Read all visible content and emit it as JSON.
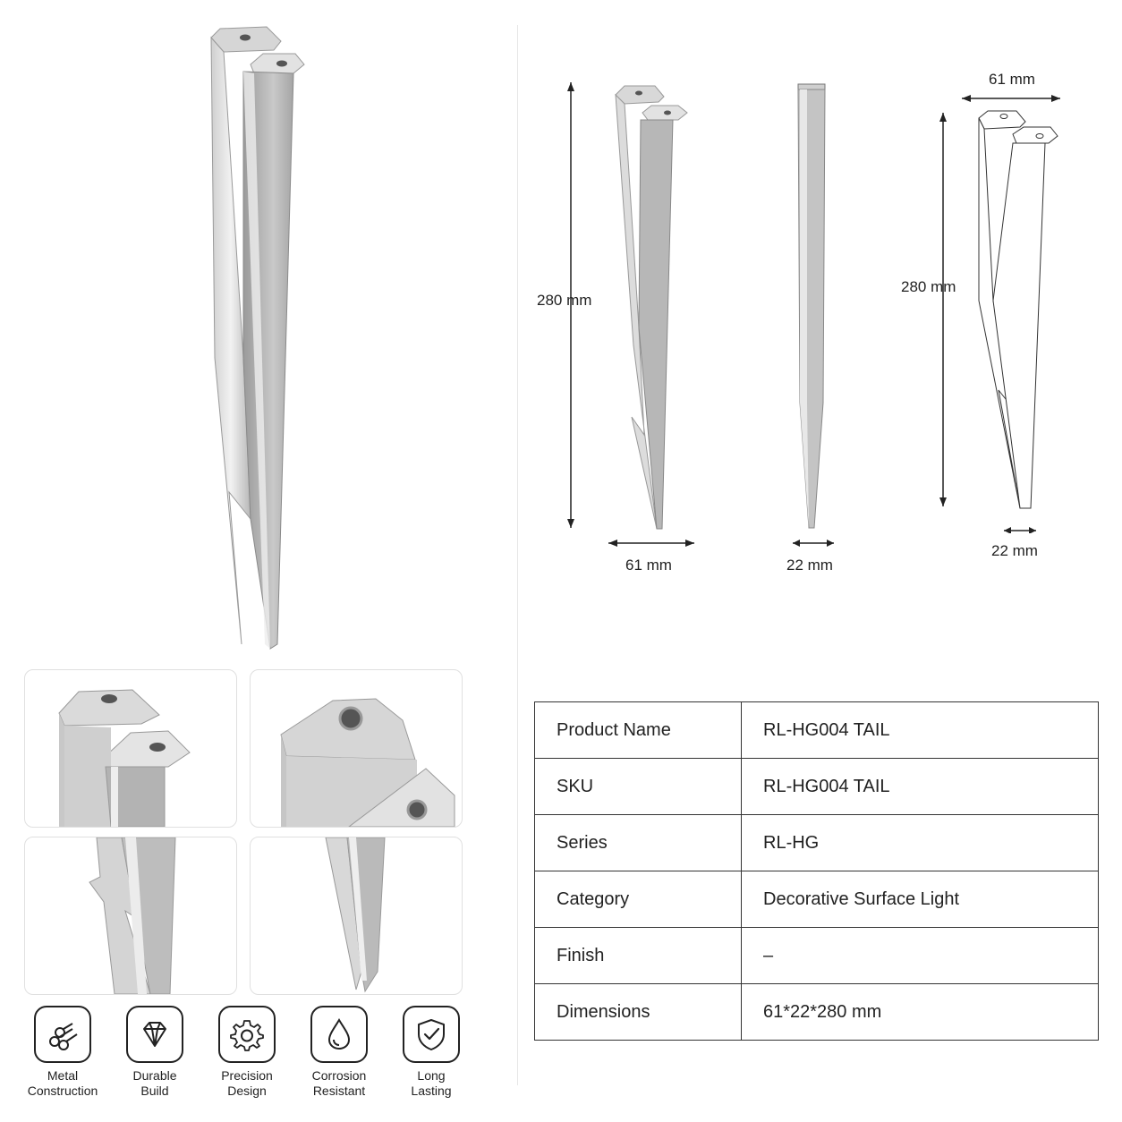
{
  "dimensions": {
    "front_height": "280 mm",
    "front_width": "61 mm",
    "side_width": "22 mm",
    "back_top_width": "61 mm",
    "back_height": "280 mm",
    "back_bottom_width": "22 mm"
  },
  "features": [
    {
      "icon": "metal-bars-icon",
      "line1": "Metal",
      "line2": "Construction"
    },
    {
      "icon": "diamond-icon",
      "line1": "Durable",
      "line2": "Build"
    },
    {
      "icon": "gear-icon",
      "line1": "Precision",
      "line2": "Design"
    },
    {
      "icon": "water-drop-icon",
      "line1": "Corrosion",
      "line2": "Resistant"
    },
    {
      "icon": "shield-check-icon",
      "line1": "Long",
      "line2": "Lasting"
    }
  ],
  "specs": {
    "rows": [
      {
        "key": "Product Name",
        "value": "RL-HG004 TAIL"
      },
      {
        "key": "SKU",
        "value": "RL-HG004 TAIL"
      },
      {
        "key": "Series",
        "value": "RL-HG"
      },
      {
        "key": "Category",
        "value": "Decorative Surface Light"
      },
      {
        "key": "Finish",
        "value": "–"
      },
      {
        "key": "Dimensions",
        "value": "61*22*280 mm"
      }
    ]
  },
  "colors": {
    "metal_light": "#e4e4e4",
    "metal_mid": "#bdbdbd",
    "metal_dark": "#8f8f8f",
    "line": "#222222"
  }
}
